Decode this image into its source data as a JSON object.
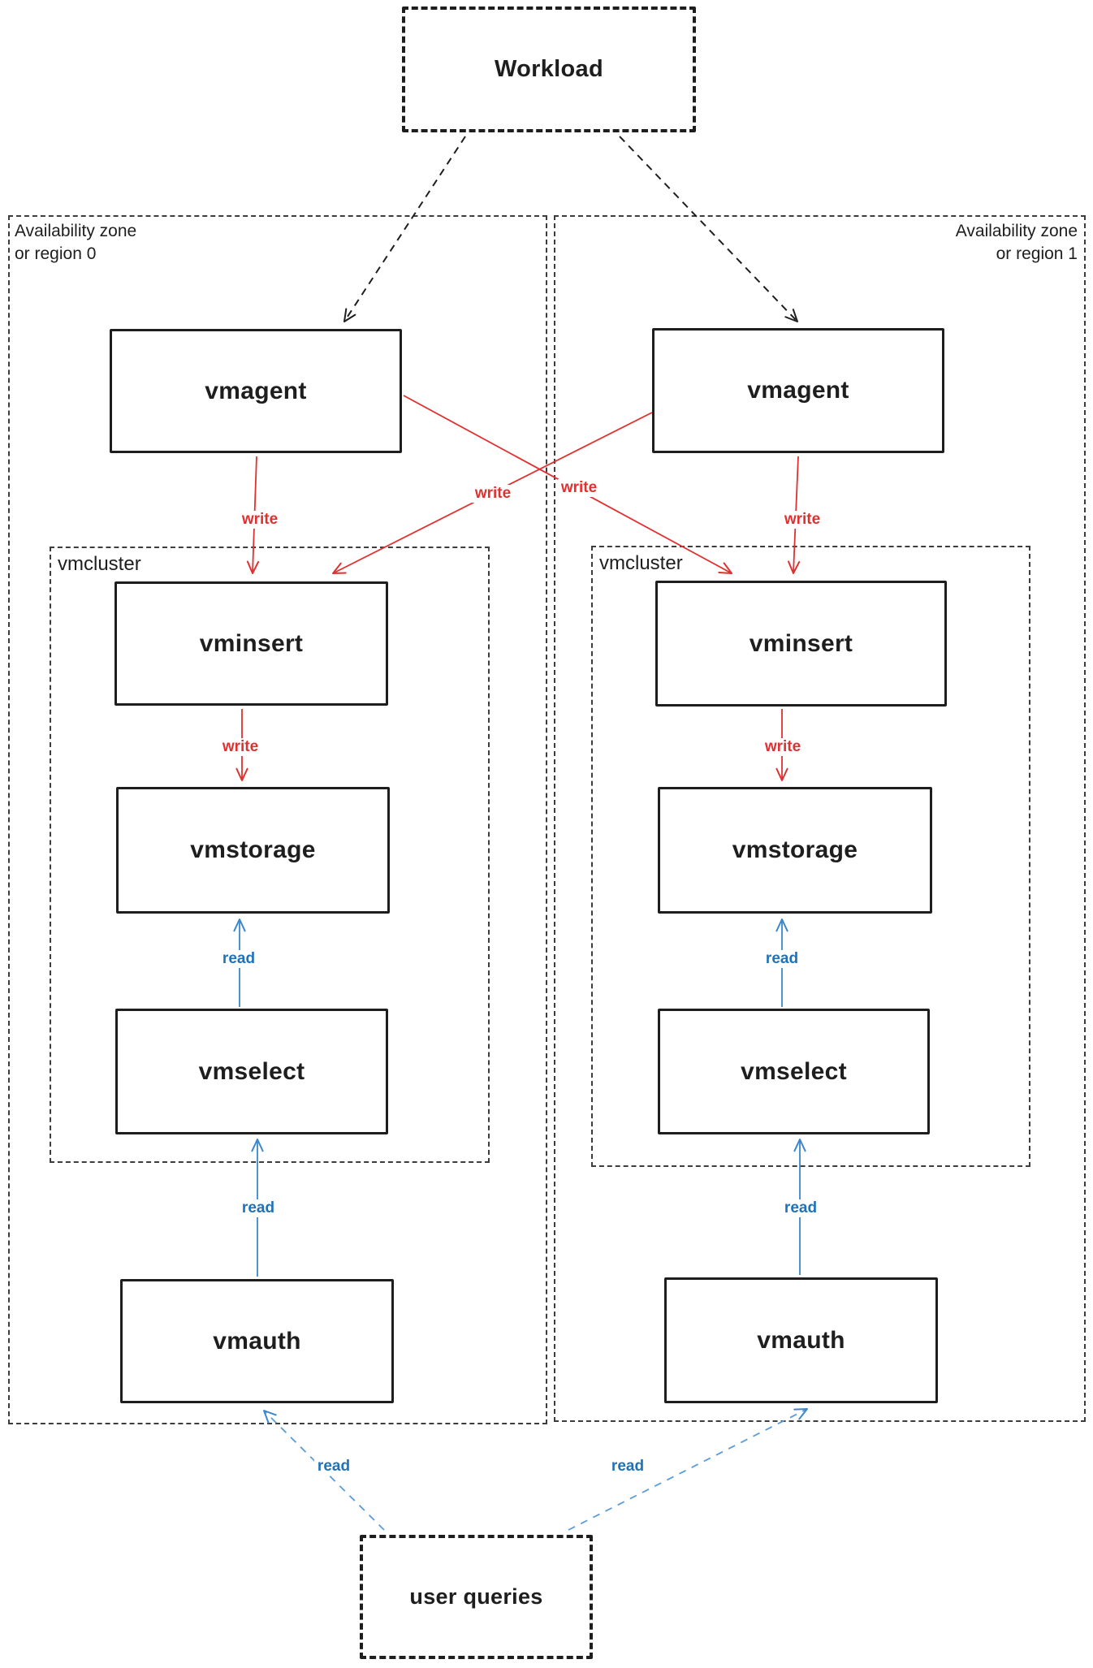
{
  "workload": {
    "label": "Workload"
  },
  "user_queries": {
    "label": "user queries"
  },
  "zones": [
    {
      "title_line1": "Availability zone",
      "title_line2": "or region 0",
      "vmagent_label": "vmagent",
      "vmauth_label": "vmauth",
      "vmcluster": {
        "label": "vmcluster",
        "vminsert_label": "vminsert",
        "vmstorage_label": "vmstorage",
        "vmselect_label": "vmselect"
      }
    },
    {
      "title_line1": "Availability zone",
      "title_line2": "or region 1",
      "vmagent_label": "vmagent",
      "vmauth_label": "vmauth",
      "vmcluster": {
        "label": "vmcluster",
        "vminsert_label": "vminsert",
        "vmstorage_label": "vmstorage",
        "vmselect_label": "vmselect"
      }
    }
  ],
  "colors": {
    "ink": "#1e1e1e",
    "write": "#e03131",
    "read_text": "#1f72b8",
    "read_arrow": "#3b87cc"
  },
  "edges": [
    {
      "from": "workload",
      "to": "zone0.vmagent",
      "type": "dashed-black",
      "label": ""
    },
    {
      "from": "workload",
      "to": "zone1.vmagent",
      "type": "dashed-black",
      "label": ""
    },
    {
      "from": "zone0.vmagent",
      "to": "zone0.vmcluster.vminsert",
      "type": "write",
      "label": "write"
    },
    {
      "from": "zone0.vmagent",
      "to": "zone1.vmcluster.vminsert",
      "type": "write",
      "label": "write"
    },
    {
      "from": "zone1.vmagent",
      "to": "zone1.vmcluster.vminsert",
      "type": "write",
      "label": "write"
    },
    {
      "from": "zone1.vmagent",
      "to": "zone0.vmcluster.vminsert",
      "type": "write",
      "label": "write"
    },
    {
      "from": "zone0.vmcluster.vminsert",
      "to": "zone0.vmcluster.vmstorage",
      "type": "write",
      "label": "write"
    },
    {
      "from": "zone1.vmcluster.vminsert",
      "to": "zone1.vmcluster.vmstorage",
      "type": "write",
      "label": "write"
    },
    {
      "from": "zone0.vmcluster.vmselect",
      "to": "zone0.vmcluster.vmstorage",
      "type": "read",
      "label": "read"
    },
    {
      "from": "zone1.vmcluster.vmselect",
      "to": "zone1.vmcluster.vmstorage",
      "type": "read",
      "label": "read"
    },
    {
      "from": "zone0.vmauth",
      "to": "zone0.vmcluster.vmselect",
      "type": "read",
      "label": "read"
    },
    {
      "from": "zone1.vmauth",
      "to": "zone1.vmcluster.vmselect",
      "type": "read",
      "label": "read"
    },
    {
      "from": "user_queries",
      "to": "zone0.vmauth",
      "type": "read-dashed",
      "label": "read"
    },
    {
      "from": "user_queries",
      "to": "zone1.vmauth",
      "type": "read-dashed",
      "label": "read"
    }
  ]
}
